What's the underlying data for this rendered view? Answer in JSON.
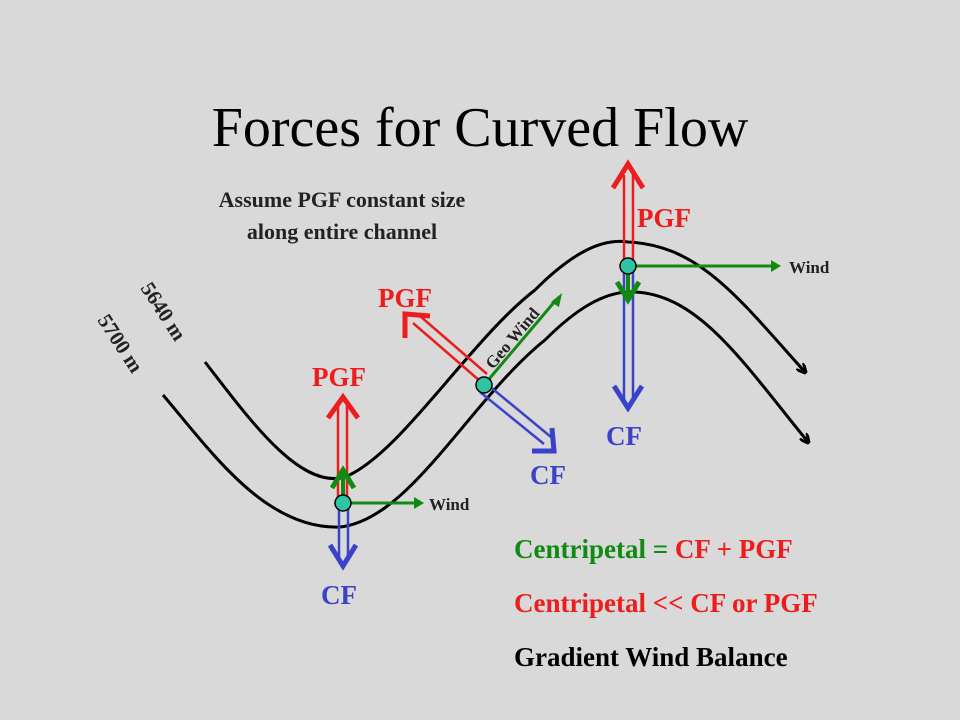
{
  "title": "Forces for Curved Flow",
  "note": {
    "line1": "Assume PGF constant size",
    "line2": "along entire channel"
  },
  "contours": {
    "upper": "5640 m",
    "lower": "5700 m"
  },
  "labels": {
    "pgf": "PGF",
    "cf": "CF",
    "wind": "Wind",
    "geo_wind": "Geo Wind"
  },
  "summary": {
    "line1_a": "Centripetal = ",
    "line1_b": "CF + PGF",
    "line2": "Centripetal << CF or PGF",
    "line3": "Gradient Wind Balance"
  },
  "colors": {
    "background": "#d9d9d9",
    "pgf": "#ee1c1c",
    "cf": "#3a42c9",
    "wind": "#118a11",
    "parcel": "#2ec4a4"
  }
}
